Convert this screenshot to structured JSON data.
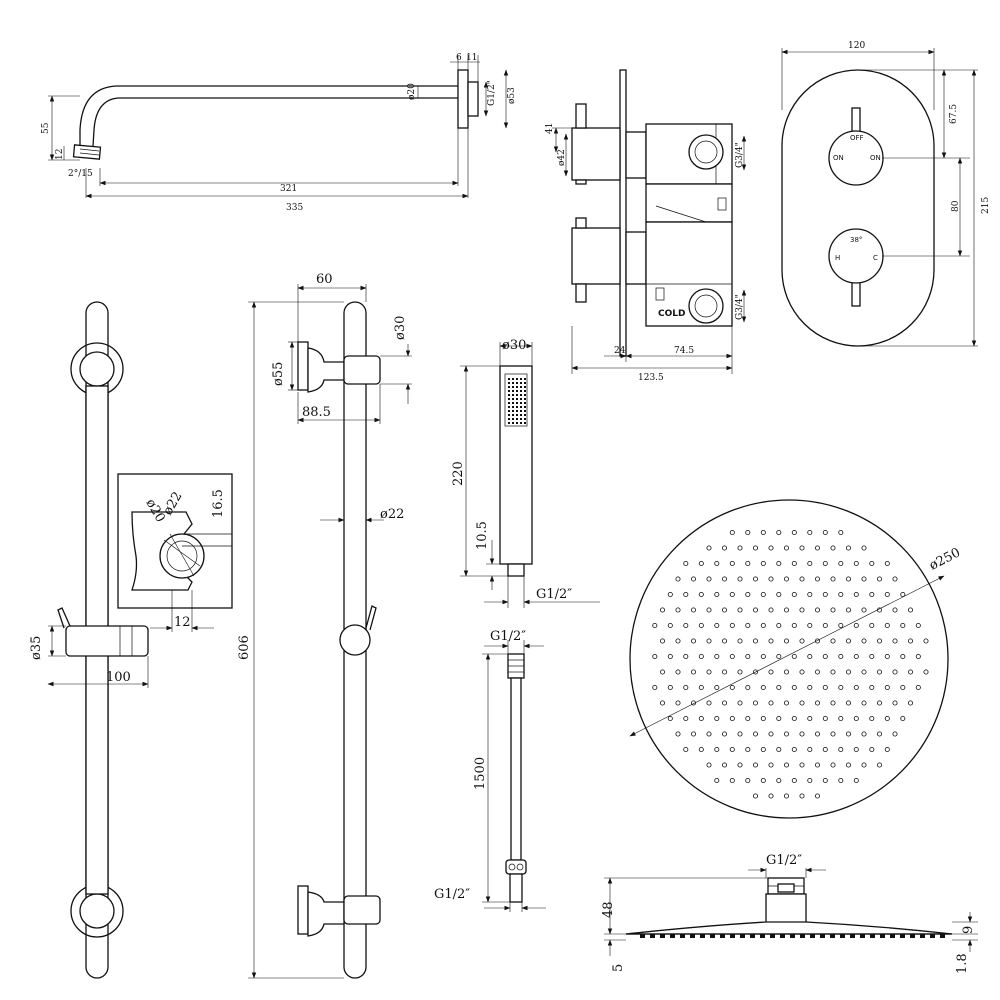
{
  "arm": {
    "d1": "6",
    "d2": "11",
    "dia20": "ø20",
    "g12": "G1/2\"",
    "dia53": "ø53",
    "h55": "55",
    "h12": "12",
    "deg": "2°/15",
    "len321": "321",
    "len335": "335"
  },
  "valve": {
    "side_h41": "41",
    "side_d42": "ø42",
    "port_top": "G3/4\"",
    "port_bot": "G3/4\"",
    "cold": "COLD",
    "w24": "24",
    "w745": "74.5",
    "w1235": "123.5",
    "plate_w120": "120",
    "h675": "67.5",
    "h80": "80",
    "h215": "215",
    "off": "OFF",
    "on_l": "ON",
    "on_r": "ON",
    "temp": "38°",
    "hot": "H",
    "cold_c": "C"
  },
  "riser": {
    "d35": "ø35",
    "w100": "100",
    "d20": "ø20",
    "d22": "ø22",
    "h165": "16.5",
    "w12": "12",
    "w60": "60",
    "d55": "ø55",
    "d30": "ø30",
    "w885": "88.5",
    "d22b": "ø22",
    "h606": "606"
  },
  "handset": {
    "d30": "ø30",
    "h220": "220",
    "h105": "10.5",
    "g12": "G1/2″"
  },
  "hose": {
    "g12_top": "G1/2″",
    "len1500": "1500",
    "g12_bot": "G1/2″"
  },
  "head": {
    "d250": "ø250",
    "g12": "G1/2″",
    "h48": "48",
    "h5": "5",
    "h9": "9",
    "h18": "1.8"
  }
}
